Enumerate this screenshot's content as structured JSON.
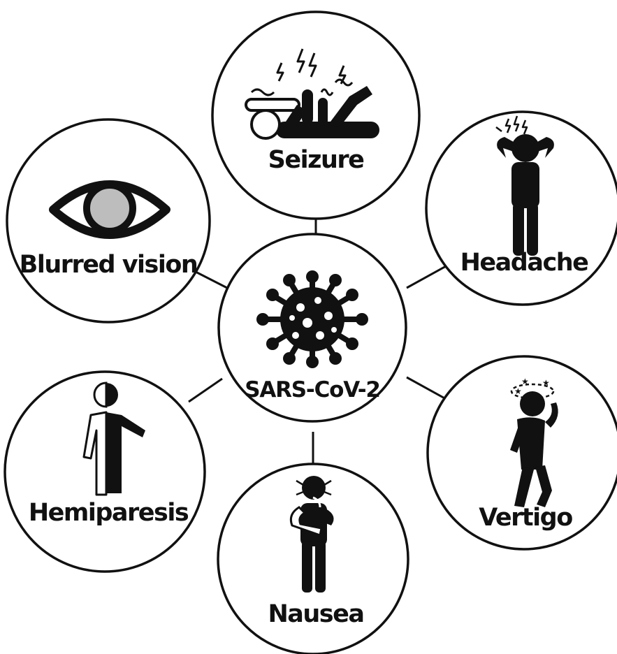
{
  "diagram": {
    "center": {
      "label": "SARS-CoV-2",
      "icon": "virus-icon"
    },
    "symptoms": [
      {
        "id": "seizure",
        "label": "Seizure",
        "icon": "seizure-icon"
      },
      {
        "id": "headache",
        "label": "Headache",
        "icon": "headache-icon"
      },
      {
        "id": "vertigo",
        "label": "Vertigo",
        "icon": "vertigo-icon"
      },
      {
        "id": "nausea",
        "label": "Nausea",
        "icon": "nausea-icon"
      },
      {
        "id": "hemiparesis",
        "label": "Hemiparesis",
        "icon": "hemiparesis-icon"
      },
      {
        "id": "blurred-vision",
        "label": "Blurred vision",
        "icon": "eye-icon"
      }
    ],
    "colors": {
      "stroke": "#111111",
      "fill": "#111111",
      "pupil": "#bdbdbd",
      "background": "#ffffff"
    }
  }
}
